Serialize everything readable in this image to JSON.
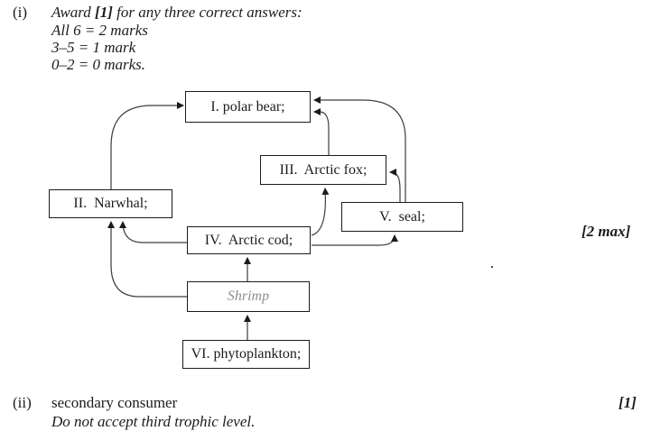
{
  "page": {
    "background": "#ffffff",
    "text_color": "#1b1b1b",
    "muted_color": "#8f8f8f"
  },
  "section_i": {
    "label": "(i)",
    "line1_prefix": "Award ",
    "line1_bold": "[1]",
    "line1_suffix": " for any three correct answers:",
    "line2": "All 6 = 2 marks",
    "line3": "3–5 = 1 mark",
    "line4": "0–2 = 0 marks.",
    "marks_note": "[2 max]"
  },
  "diagram": {
    "boxes": [
      {
        "id": "polar-bear",
        "label": "I. polar bear;"
      },
      {
        "id": "narwhal",
        "label": "II.  Narwhal;"
      },
      {
        "id": "arctic-fox",
        "label": "III.  Arctic fox;"
      },
      {
        "id": "seal",
        "label": "V.  seal;"
      },
      {
        "id": "arctic-cod",
        "label": "IV.  Arctic cod;"
      },
      {
        "id": "shrimp",
        "label": "Shrimp"
      },
      {
        "id": "phytoplankton",
        "label": "VI. phytoplankton;"
      }
    ],
    "arrows": [
      {
        "from": "VI. phytoplankton",
        "to": "Shrimp"
      },
      {
        "from": "Shrimp",
        "to": "IV. Arctic cod"
      },
      {
        "from": "Shrimp",
        "to": "II. Narwhal"
      },
      {
        "from": "IV. Arctic cod",
        "to": "II. Narwhal"
      },
      {
        "from": "IV. Arctic cod",
        "to": "III. Arctic fox"
      },
      {
        "from": "IV. Arctic cod",
        "to": "V. seal"
      },
      {
        "from": "II. Narwhal",
        "to": "I. polar bear"
      },
      {
        "from": "III. Arctic fox",
        "to": "I. polar bear"
      },
      {
        "from": "V. seal",
        "to": "I. polar bear"
      },
      {
        "from": "V. seal",
        "to": "III. Arctic fox"
      }
    ]
  },
  "section_ii": {
    "label": "(ii)",
    "answer": "secondary consumer",
    "marks": "[1]",
    "note": "Do not accept third trophic level."
  }
}
